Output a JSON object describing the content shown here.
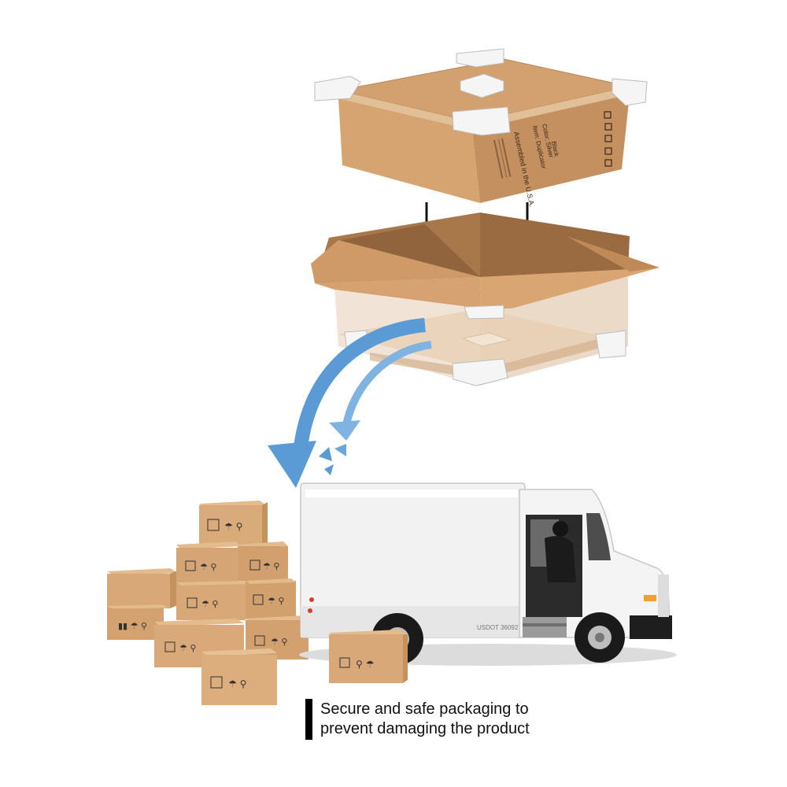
{
  "colors": {
    "cardboard": "#d8a878",
    "cardboard_dark": "#b07a4c",
    "arrow_blue": "#5b9bd5",
    "truck_white": "#f4f4f4",
    "caption_bar": "#000000"
  },
  "box_labels": {
    "item_line": "Item: Duplicator",
    "color_line": "Color: Silver",
    "black_line": "Black",
    "origin_line": "Assembled in the U.S.A."
  },
  "truck": {
    "usdot": "USDOT 36092"
  },
  "caption": {
    "line1": "Secure and safe packaging to",
    "line2": "prevent damaging the product"
  }
}
